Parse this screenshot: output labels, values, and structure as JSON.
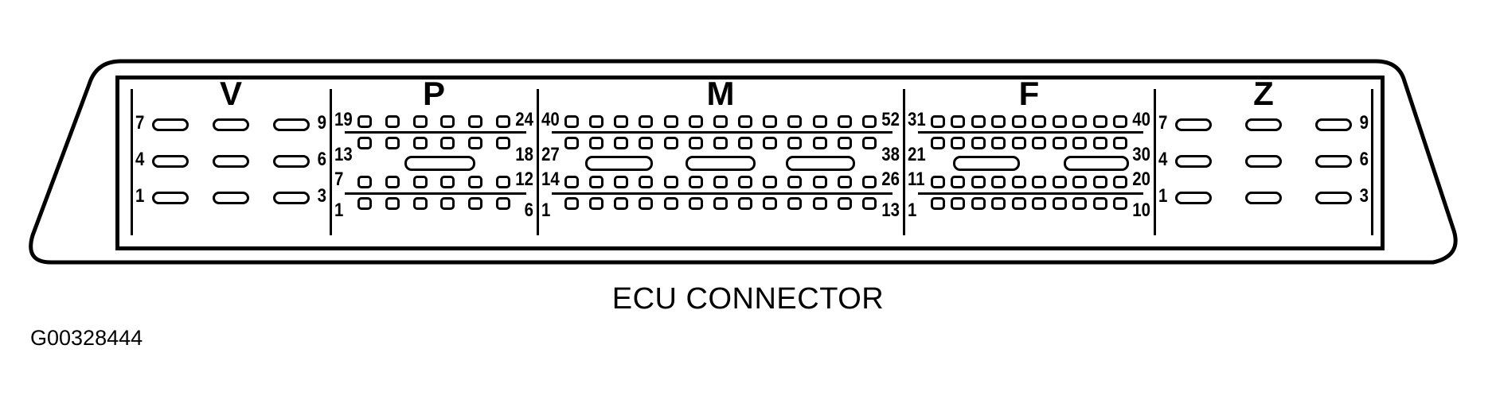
{
  "figure": {
    "caption": "ECU CONNECTOR",
    "code": "G00328444"
  },
  "colors": {
    "ink": "#000000",
    "paper": "#ffffff"
  },
  "connector": {
    "sections": [
      {
        "id": "V",
        "label": "V",
        "pin_style": "wide-oval",
        "rows": [
          {
            "left": "7",
            "right": "9",
            "pins": 3
          },
          {
            "left": "4",
            "right": "6",
            "pins": 3
          },
          {
            "left": "1",
            "right": "3",
            "pins": 3
          }
        ],
        "slots": []
      },
      {
        "id": "P",
        "label": "P",
        "pin_style": "small-square",
        "rows": [
          {
            "left": "19",
            "right": "24",
            "pins": 6
          },
          {
            "left": "13",
            "right": "18",
            "pins": 6
          },
          {
            "left": "7",
            "right": "12",
            "pins": 6
          },
          {
            "left": "1",
            "right": "6",
            "pins": 6
          }
        ],
        "slots": [
          {
            "left_pct": 35.8,
            "width_pct": 34.2
          }
        ]
      },
      {
        "id": "M",
        "label": "M",
        "pin_style": "small-square",
        "rows": [
          {
            "left": "40",
            "right": "52",
            "pins": 13
          },
          {
            "left": "27",
            "right": "38",
            "pins": 13
          },
          {
            "left": "14",
            "right": "26",
            "pins": 13
          },
          {
            "left": "1",
            "right": "13",
            "pins": 13
          }
        ],
        "slots": [
          {
            "left_pct": 13.0,
            "width_pct": 18.6
          },
          {
            "left_pct": 40.5,
            "width_pct": 19.0
          },
          {
            "left_pct": 67.8,
            "width_pct": 19.0
          }
        ]
      },
      {
        "id": "F",
        "label": "F",
        "pin_style": "small-square",
        "rows": [
          {
            "left": "31",
            "right": "40",
            "pins": 10
          },
          {
            "left": "21",
            "right": "30",
            "pins": 10
          },
          {
            "left": "11",
            "right": "20",
            "pins": 10
          },
          {
            "left": "1",
            "right": "10",
            "pins": 10
          }
        ],
        "slots": [
          {
            "left_pct": 19.8,
            "width_pct": 26.7
          },
          {
            "left_pct": 63.8,
            "width_pct": 26.0
          }
        ]
      },
      {
        "id": "Z",
        "label": "Z",
        "pin_style": "wide-oval",
        "rows": [
          {
            "left": "7",
            "right": "9",
            "pins": 3
          },
          {
            "left": "4",
            "right": "6",
            "pins": 3
          },
          {
            "left": "1",
            "right": "3",
            "pins": 3
          }
        ],
        "slots": []
      }
    ]
  }
}
